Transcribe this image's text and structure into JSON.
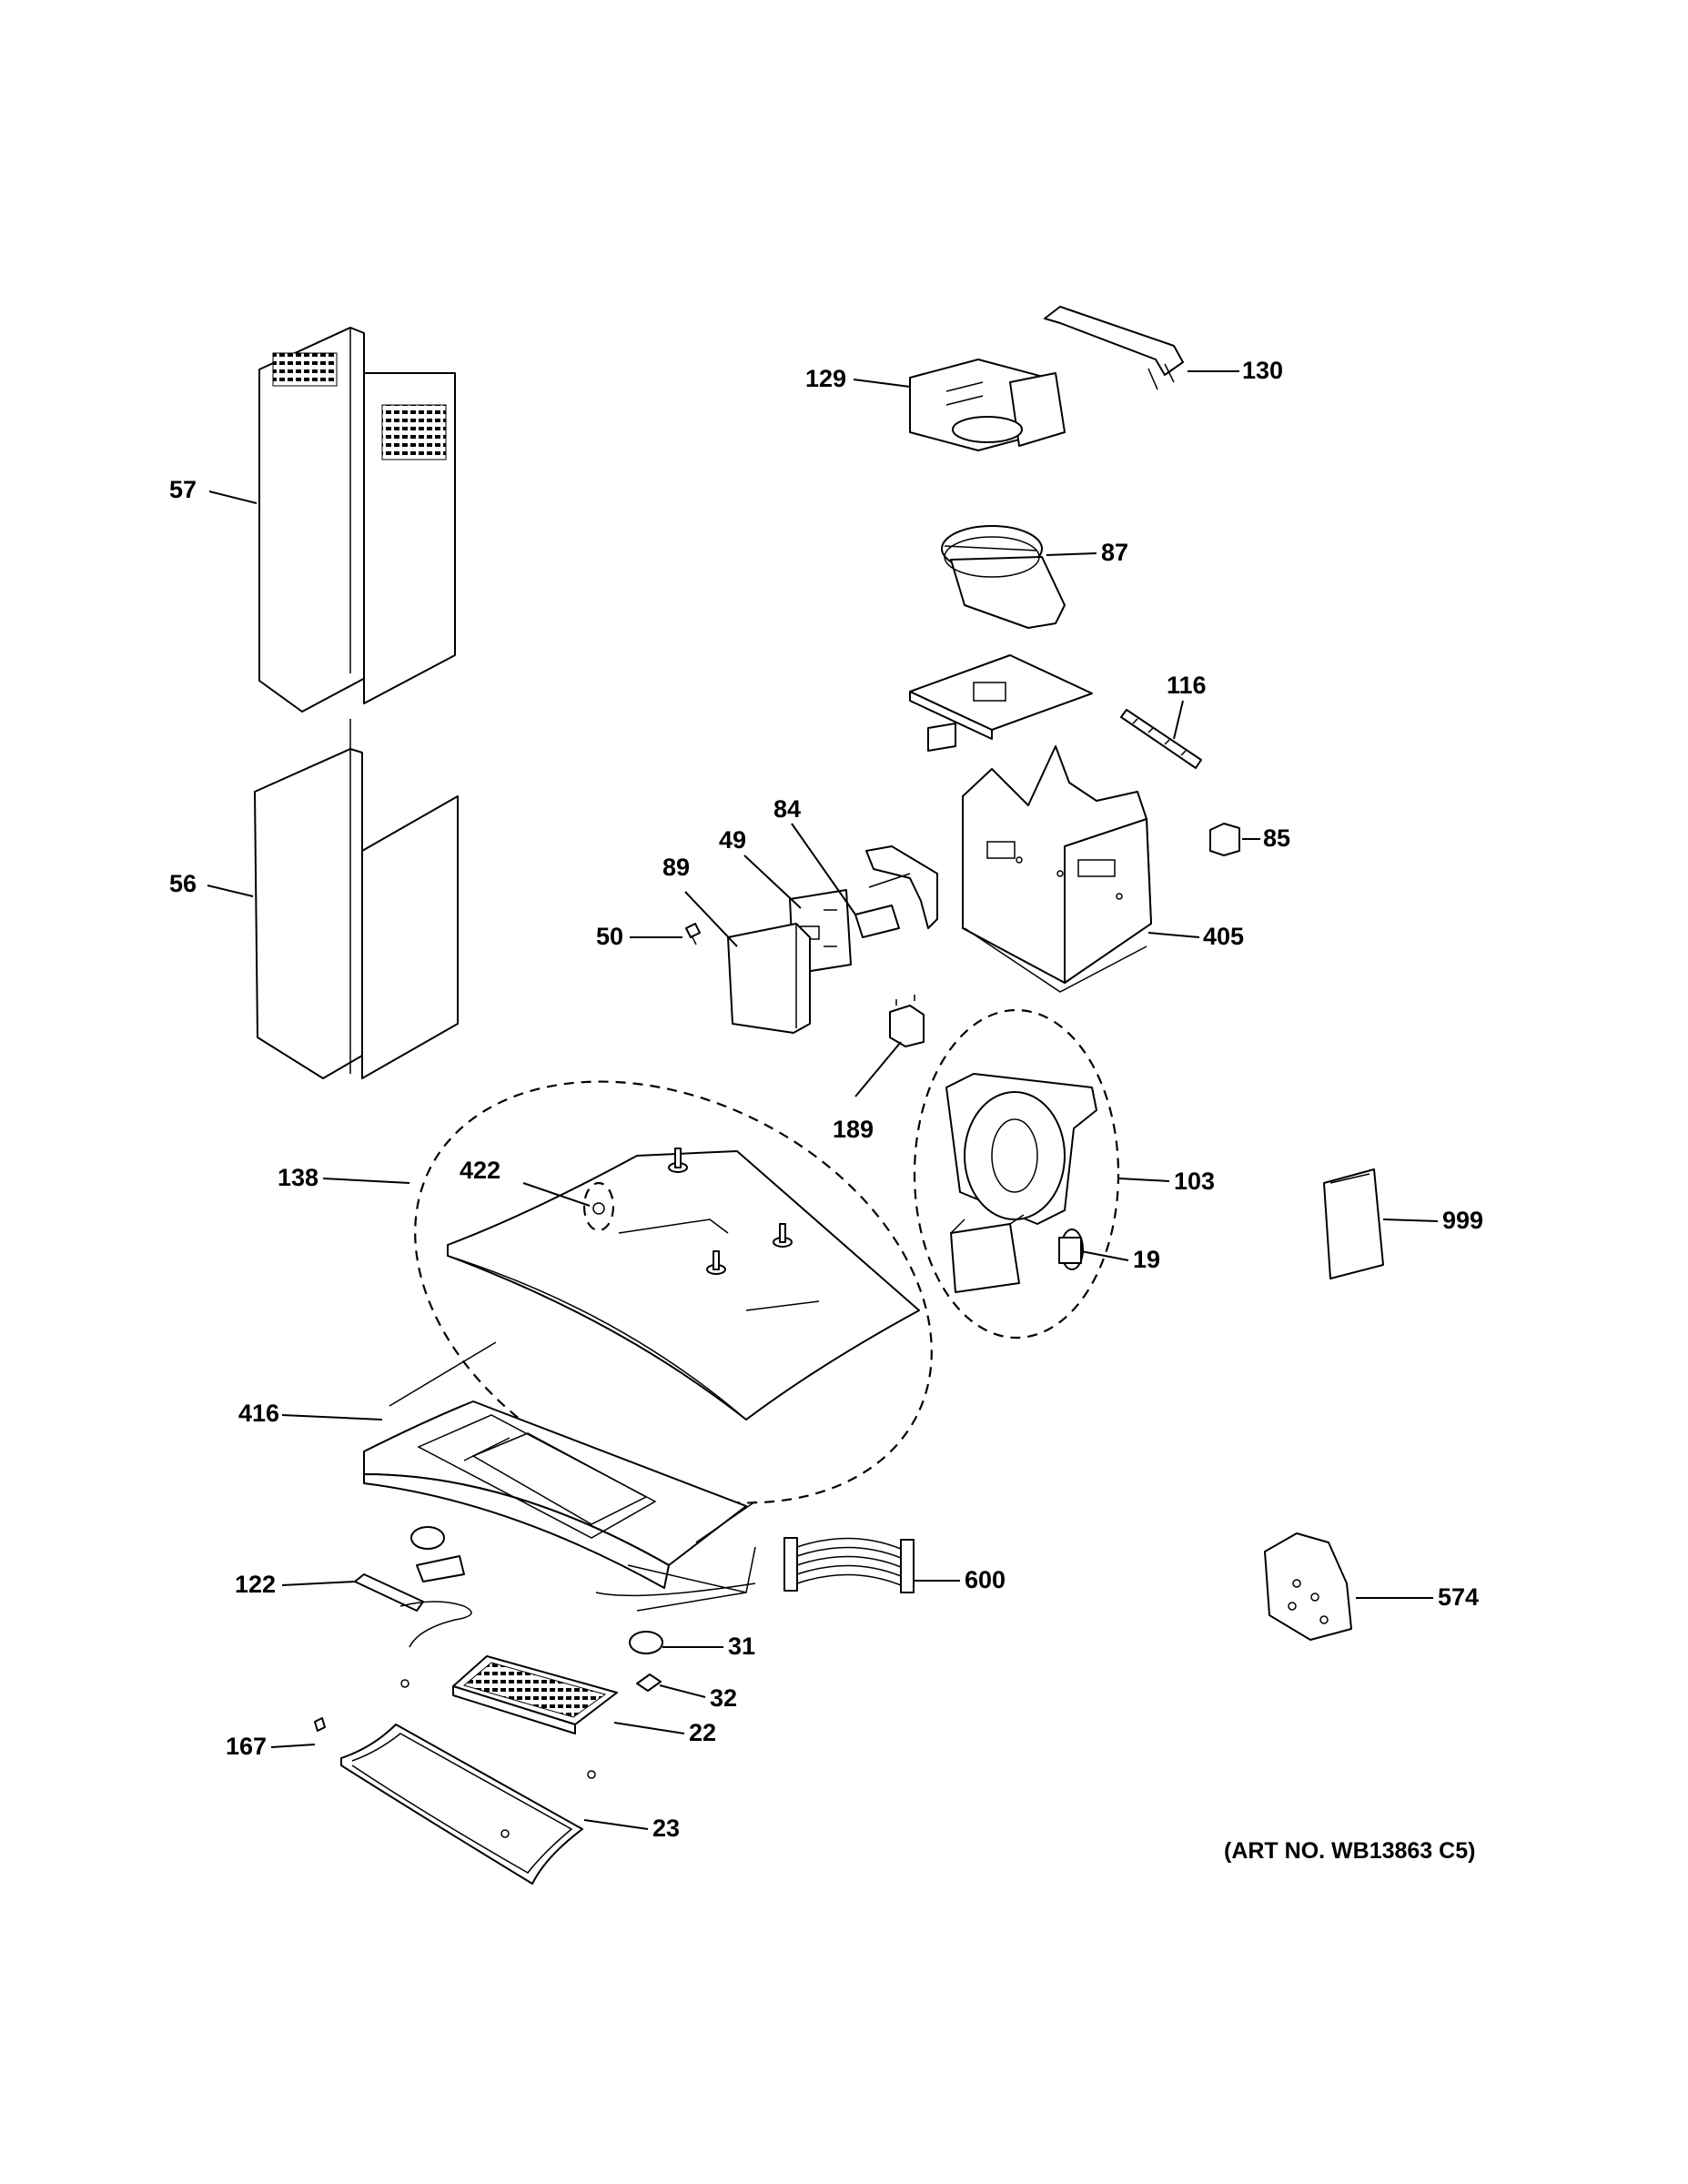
{
  "art_number": "(ART NO. WB13863 C5)",
  "callouts": [
    "57",
    "56",
    "129",
    "130",
    "87",
    "116",
    "85",
    "84",
    "49",
    "89",
    "50",
    "405",
    "189",
    "103",
    "19",
    "999",
    "138",
    "422",
    "416",
    "122",
    "600",
    "574",
    "31",
    "32",
    "22",
    "167",
    "23"
  ]
}
